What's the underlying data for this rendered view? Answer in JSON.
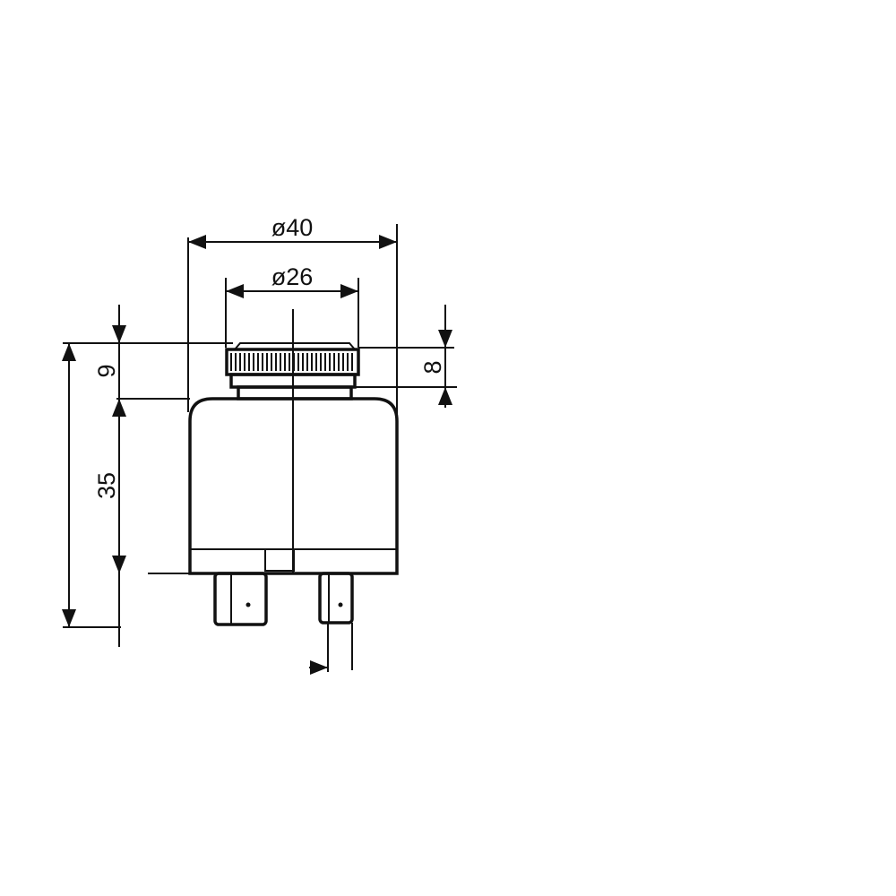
{
  "drawing": {
    "dimensions": {
      "outer_diameter": "ø40",
      "cap_diameter": "ø26",
      "cap_height": "9",
      "body_height": "35",
      "knurl_height": "8"
    },
    "colors": {
      "line": "#111111",
      "fill": "#e6e6e6"
    }
  }
}
